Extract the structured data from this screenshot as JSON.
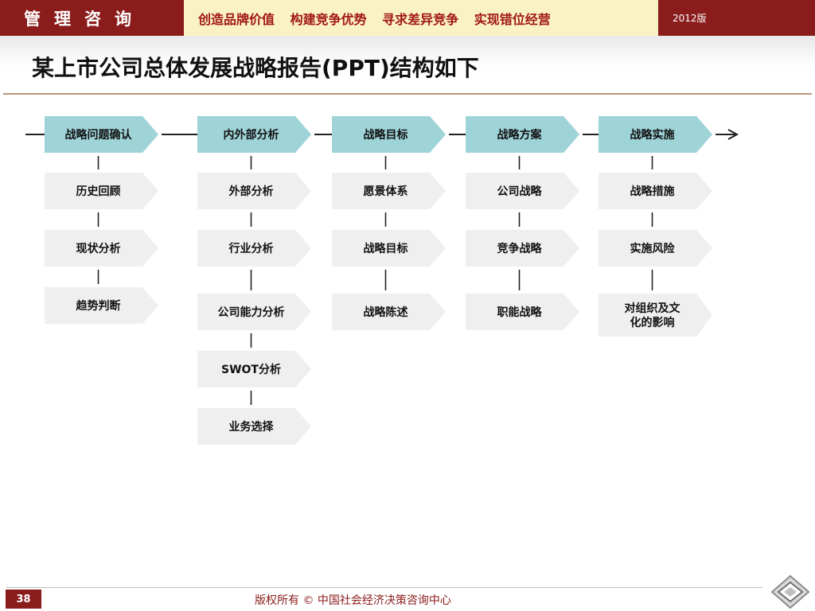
{
  "header": {
    "brand": "管理咨询",
    "slogan": "创造品牌价值 构建竞争优势 寻求差异竞争 实现错位经营",
    "edition": "2012版"
  },
  "page_title": "某上市公司总体发展战略报告(PPT)结构如下",
  "diagram": {
    "columns": [
      {
        "header": "战略问题确认",
        "items": [
          "历史回顾",
          "现状分析",
          "趋势判断"
        ]
      },
      {
        "header": "内外部分析",
        "items": [
          "外部分析",
          "行业分析",
          "公司能力分析",
          "SWOT分析",
          "业务选择"
        ]
      },
      {
        "header": "战略目标",
        "items": [
          "愿景体系",
          "战略目标",
          "战略陈述"
        ]
      },
      {
        "header": "战略方案",
        "items": [
          "公司战略",
          "竞争战略",
          "职能战略"
        ]
      },
      {
        "header": "战略实施",
        "items": [
          "战略措施",
          "实施风险",
          "对组织及文化的影响"
        ]
      }
    ]
  },
  "colors": {
    "header_bg": "#8b1c1c",
    "slogan_bg": "#fbf2c4",
    "slogan_text": "#a01717",
    "header_box": "#9ed3d7",
    "item_box": "#efefef"
  },
  "footer": {
    "page_number": "38",
    "copyright": "版权所有 © 中国社会经济决策咨询中心"
  }
}
